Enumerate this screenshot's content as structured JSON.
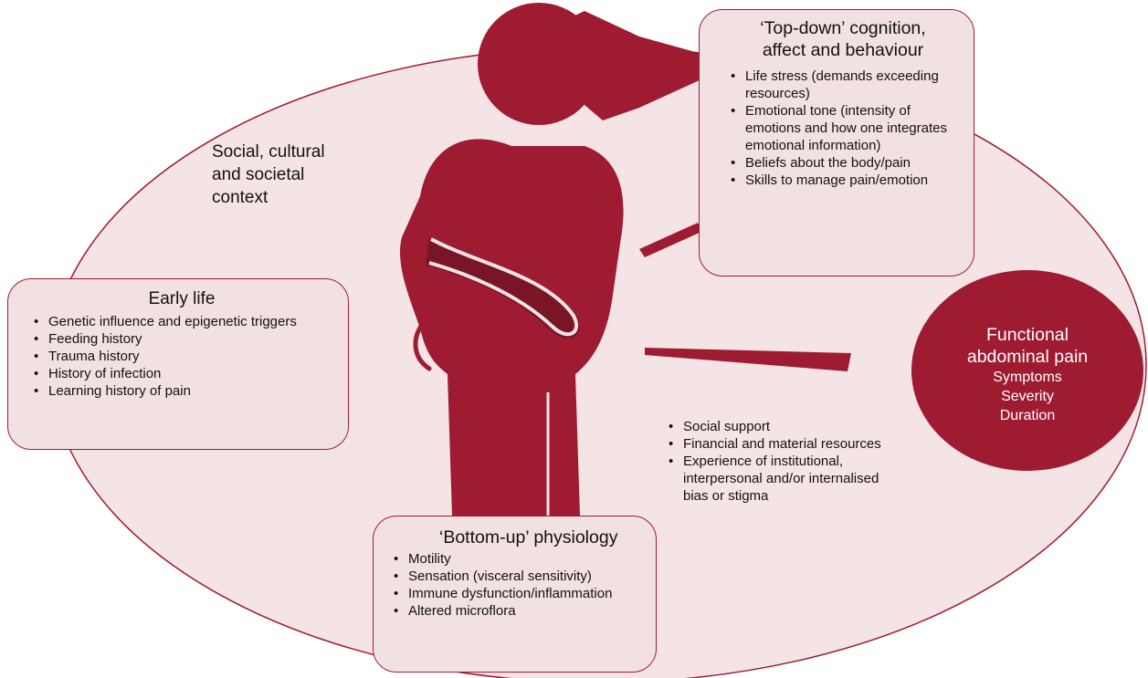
{
  "colors": {
    "accent": "#9e1b32",
    "ellipse_fill": "#f5e4e6",
    "box_fill": "#f2e1e3"
  },
  "context_label": "Social, cultural and societal context",
  "top_down": {
    "title_line1": "‘Top-down’ cognition,",
    "title_line2": "affect and behaviour",
    "items": [
      "Life stress (demands exceeding resources)",
      "Emotional tone (intensity of emotions and how one integrates emotional information)",
      "Beliefs about the body/pain",
      "Skills to manage pain/emotion"
    ]
  },
  "early_life": {
    "title": "Early life",
    "items": [
      "Genetic influence and epigenetic triggers",
      "Feeding history",
      "Trauma history",
      "History of infection",
      "Learning history of pain"
    ]
  },
  "bottom_up": {
    "title": "‘Bottom-up’ physiology",
    "items": [
      "Motility",
      "Sensation (visceral sensitivity)",
      "Immune dysfunction/inflammation",
      "Altered microflora"
    ]
  },
  "social": {
    "items": [
      "Social support",
      "Financial and material resources",
      "Experience of institutional, interpersonal and/or internalised bias or stigma"
    ]
  },
  "outcome": {
    "title_line1": "Functional",
    "title_line2": "abdominal pain",
    "items": [
      "Symptoms",
      "Severity",
      "Duration"
    ]
  }
}
